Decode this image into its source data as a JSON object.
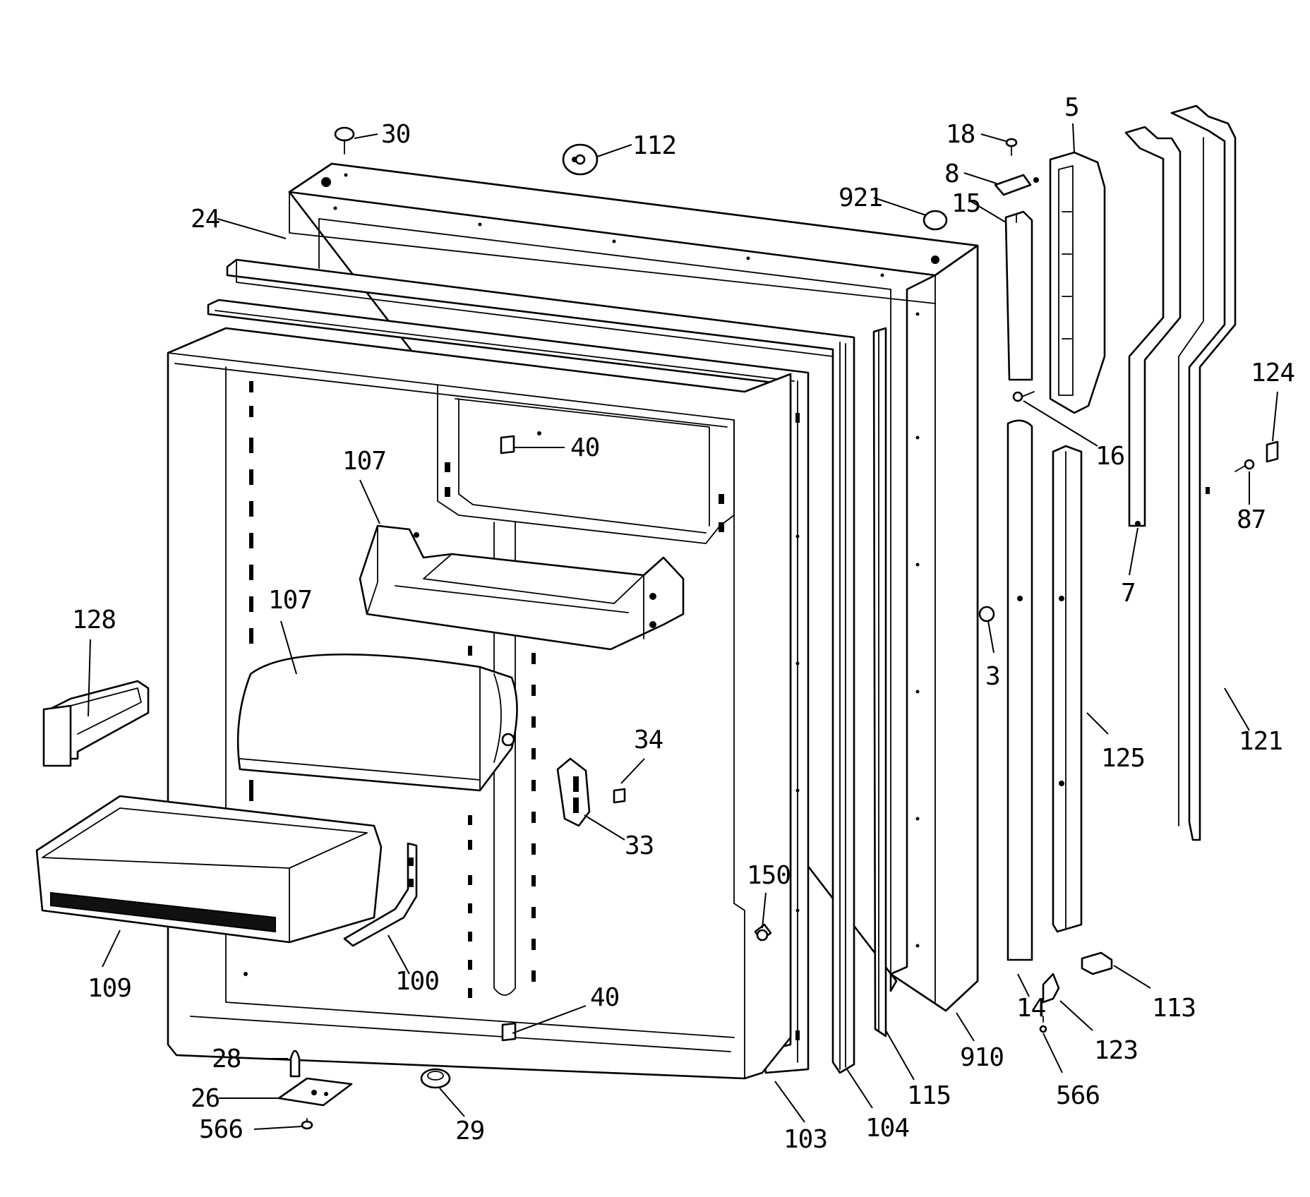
{
  "diagram": {
    "background": "#ffffff",
    "line_color": "#000000",
    "callouts": [
      {
        "id": "c30",
        "label": "30"
      },
      {
        "id": "c112",
        "label": "112"
      },
      {
        "id": "c18",
        "label": "18"
      },
      {
        "id": "c8",
        "label": "8"
      },
      {
        "id": "c921",
        "label": "921"
      },
      {
        "id": "c15",
        "label": "15"
      },
      {
        "id": "c5",
        "label": "5"
      },
      {
        "id": "c24",
        "label": "24"
      },
      {
        "id": "c16",
        "label": "16"
      },
      {
        "id": "c124",
        "label": "124"
      },
      {
        "id": "c87",
        "label": "87"
      },
      {
        "id": "c7",
        "label": "7"
      },
      {
        "id": "c40a",
        "label": "40"
      },
      {
        "id": "c107a",
        "label": "107"
      },
      {
        "id": "c107b",
        "label": "107"
      },
      {
        "id": "c128",
        "label": "128"
      },
      {
        "id": "c3",
        "label": "3"
      },
      {
        "id": "c121",
        "label": "121"
      },
      {
        "id": "c125",
        "label": "125"
      },
      {
        "id": "c34",
        "label": "34"
      },
      {
        "id": "c33",
        "label": "33"
      },
      {
        "id": "c150",
        "label": "150"
      },
      {
        "id": "c109",
        "label": "109"
      },
      {
        "id": "c100",
        "label": "100"
      },
      {
        "id": "c40b",
        "label": "40"
      },
      {
        "id": "c113",
        "label": "113"
      },
      {
        "id": "c14",
        "label": "14"
      },
      {
        "id": "c910",
        "label": "910"
      },
      {
        "id": "c123",
        "label": "123"
      },
      {
        "id": "c28",
        "label": "28"
      },
      {
        "id": "c26",
        "label": "26"
      },
      {
        "id": "c566a",
        "label": "566"
      },
      {
        "id": "c29",
        "label": "29"
      },
      {
        "id": "c103",
        "label": "103"
      },
      {
        "id": "c104",
        "label": "104"
      },
      {
        "id": "c115",
        "label": "115"
      },
      {
        "id": "c566b",
        "label": "566"
      }
    ]
  }
}
